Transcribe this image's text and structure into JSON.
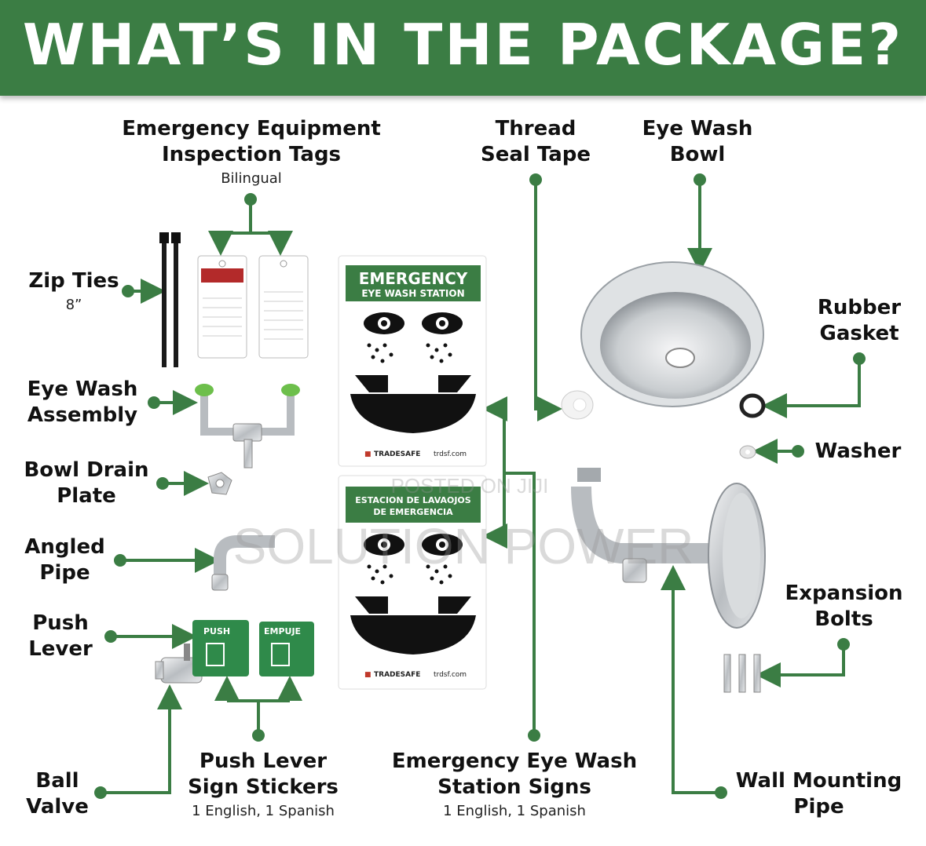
{
  "title": "WHAT’S IN THE PACKAGE?",
  "colors": {
    "brand_green": "#3b7d44",
    "line_green": "#3b7d44",
    "steel": "#b8bcc0"
  },
  "items": {
    "inspection_tags": {
      "line1": "Emergency Equipment",
      "line2": "Inspection Tags",
      "note": "Bilingual"
    },
    "thread_seal_tape": {
      "line1": "Thread",
      "line2": "Seal Tape"
    },
    "eye_wash_bowl": {
      "line1": "Eye Wash",
      "line2": "Bowl"
    },
    "zip_ties": {
      "line1": "Zip Ties",
      "note": "8”"
    },
    "rubber_gasket": {
      "line1": "Rubber",
      "line2": "Gasket"
    },
    "eye_wash_assembly": {
      "line1": "Eye Wash",
      "line2": "Assembly"
    },
    "washer": {
      "line1": "Washer"
    },
    "bowl_drain_plate": {
      "line1": "Bowl Drain",
      "line2": "Plate"
    },
    "angled_pipe": {
      "line1": "Angled",
      "line2": "Pipe"
    },
    "expansion_bolts": {
      "line1": "Expansion",
      "line2": "Bolts"
    },
    "push_lever": {
      "line1": "Push",
      "line2": "Lever"
    },
    "ball_valve": {
      "line1": "Ball",
      "line2": "Valve"
    },
    "push_lever_sign_stickers": {
      "line1": "Push Lever",
      "line2": "Sign Stickers",
      "note": "1 English, 1 Spanish"
    },
    "station_signs": {
      "line1": "Emergency Eye Wash",
      "line2": "Station Signs",
      "note": "1 English, 1 Spanish"
    },
    "wall_mounting_pipe": {
      "line1": "Wall Mounting",
      "line2": "Pipe"
    }
  },
  "signs": {
    "english": {
      "heading": "EMERGENCY",
      "subheading": "EYE WASH STATION",
      "brand": "TRADESAFE",
      "url": "trdsf.com"
    },
    "spanish": {
      "heading_line1": "ESTACION DE LAVAOJOS",
      "heading_line2": "DE EMERGENCIA",
      "brand": "TRADESAFE",
      "url": "trdsf.com"
    }
  },
  "stickers": {
    "english": "PUSH",
    "spanish": "EMPUJE"
  },
  "watermark": {
    "line1": "POSTED ON JIJI",
    "line2": "SOLUTION POWER"
  }
}
